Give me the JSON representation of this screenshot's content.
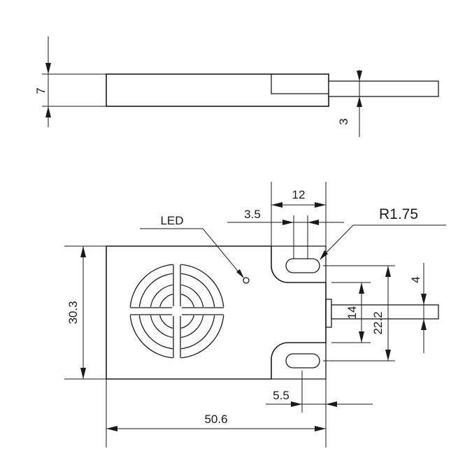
{
  "labels": {
    "side_height": "7",
    "cable_height": "3",
    "led": "LED",
    "slot_span": "12",
    "slot_width": "3.5",
    "radius": "R1.75",
    "height": "30.3",
    "inner_span": "14",
    "outer_span": "22.2",
    "cable_dia": "4",
    "edge_offset": "5.5",
    "length": "50.6"
  }
}
